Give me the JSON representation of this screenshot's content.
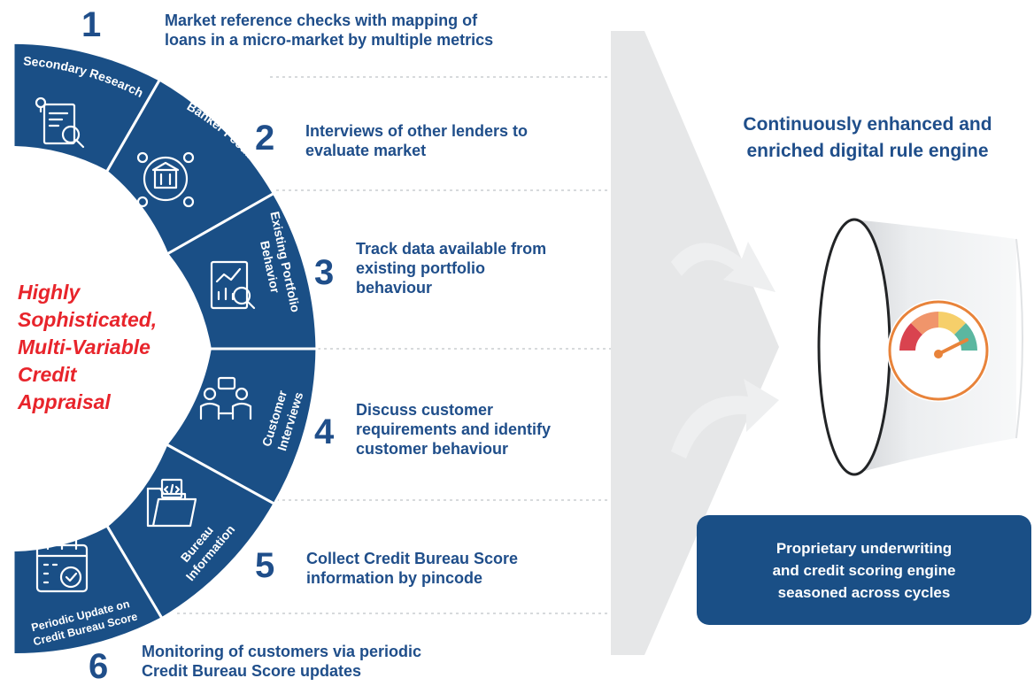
{
  "ring_segments": [
    {
      "label": "Secondary Research",
      "icon": "research-document-icon"
    },
    {
      "label": "Banker Feedback",
      "icon": "bank-network-icon"
    },
    {
      "label": "Existing Portfolio Behavior",
      "icon": "portfolio-chart-icon"
    },
    {
      "label": "Customer Interviews",
      "icon": "interview-icon"
    },
    {
      "label": "Bureau Information",
      "icon": "code-folder-icon"
    },
    {
      "label": "Periodic Update on Credit Bureau Score",
      "icon": "calendar-check-icon"
    }
  ],
  "center_title": "Highly\nSophisticated,\nMulti-Variable\nCredit\nAppraisal",
  "steps": [
    {
      "number": "1",
      "text": "Market reference checks with mapping of\nloans in a micro-market by multiple metrics"
    },
    {
      "number": "2",
      "text": "Interviews of other lenders to\nevaluate market"
    },
    {
      "number": "3",
      "text": "Track data available from\nexisting portfolio\nbehaviour"
    },
    {
      "number": "4",
      "text": "Discuss customer\nrequirements and identify\ncustomer behaviour"
    },
    {
      "number": "5",
      "text": "Collect Credit Bureau Score\ninformation by pincode"
    },
    {
      "number": "6",
      "text": "Monitoring of customers via periodic\nCredit Bureau Score updates"
    }
  ],
  "right_title": "Continuously enhanced and\nenriched digital rule engine",
  "engine_box_text": "Proprietary underwriting\nand credit scoring engine\nseasoned across cycles",
  "colors": {
    "ring_blue": "#1a4f86",
    "text_blue": "#1f4e8a",
    "accent_red": "#e8242b",
    "arrow_grey": "#e6e7e8",
    "gauge_red": "#d9434f",
    "gauge_orange": "#f0956b",
    "gauge_yellow": "#f6cf6a",
    "gauge_green": "#5bb7a0"
  }
}
